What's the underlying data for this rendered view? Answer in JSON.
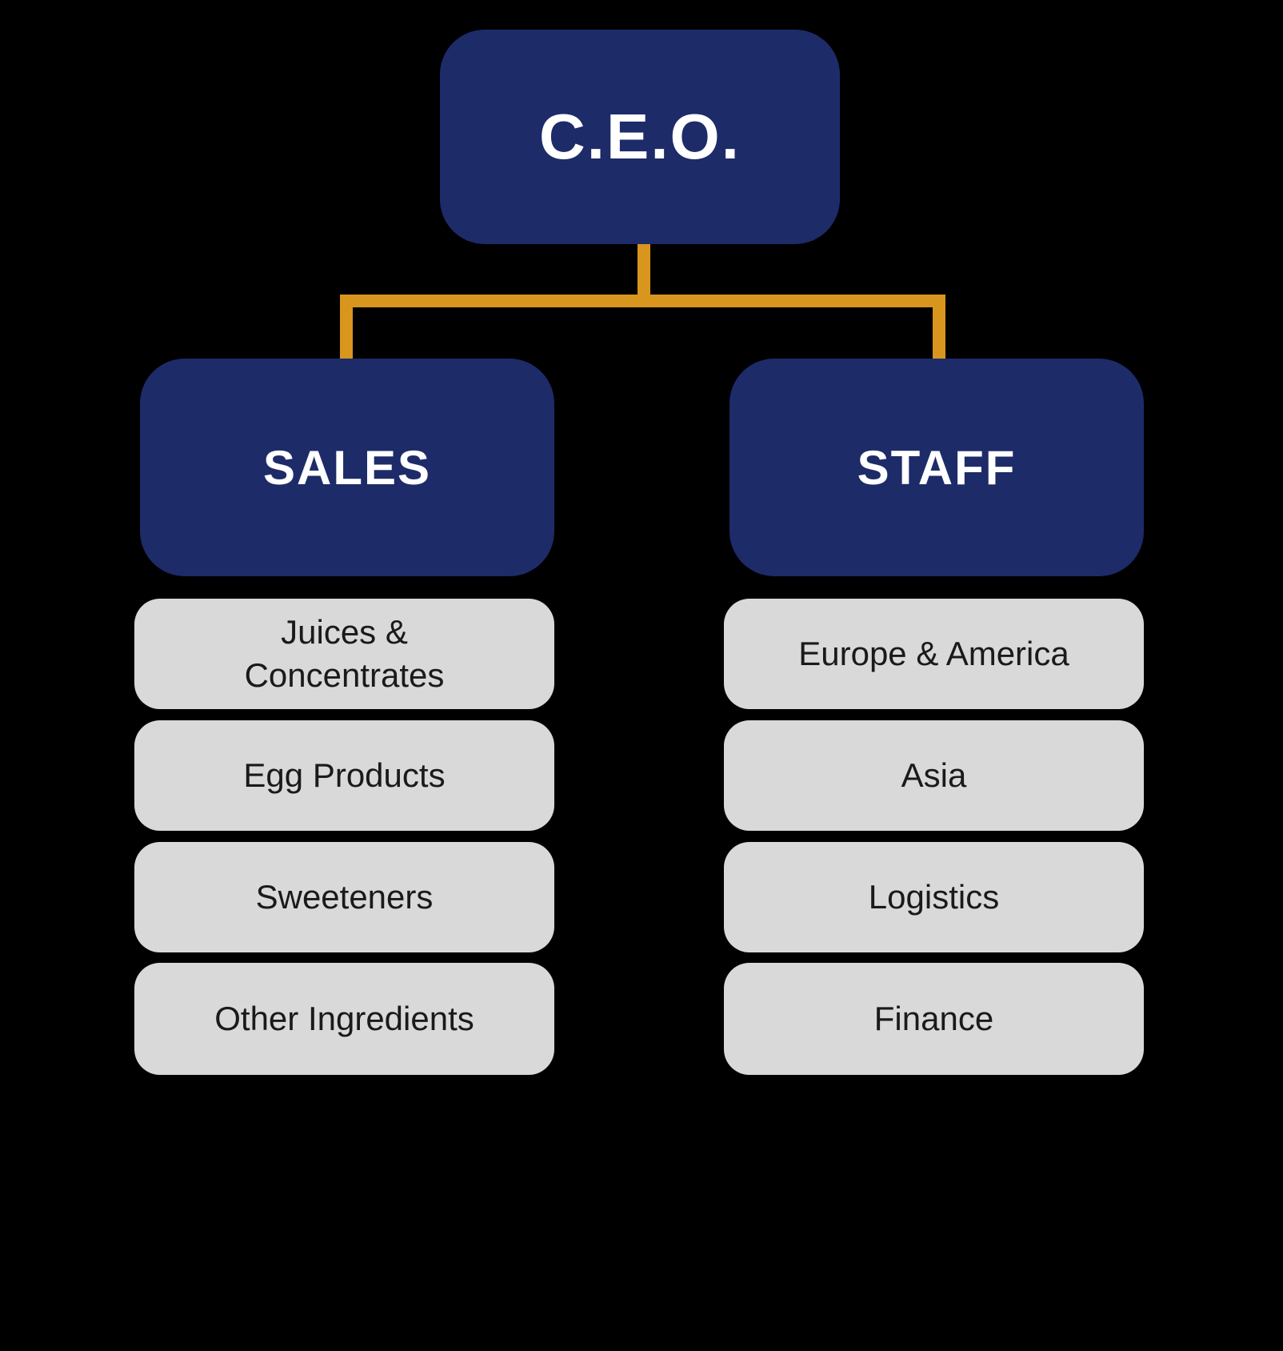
{
  "diagram": {
    "type": "org-chart",
    "root": {
      "label": "C.E.O."
    },
    "branches": [
      {
        "label": "SALES",
        "children": [
          "Juices & Concentrates",
          "Egg Products",
          "Sweeteners",
          "Other Ingredients"
        ]
      },
      {
        "label": "STAFF",
        "children": [
          "Europe & America",
          "Asia",
          "Logistics",
          "Finance"
        ]
      }
    ]
  },
  "colors": {
    "background": "#000000",
    "node_primary": "#1e2b69",
    "node_secondary": "#d9d9d9",
    "connector": "#d8961e",
    "text_on_primary": "#ffffff",
    "text_on_secondary": "#1a1a1a"
  }
}
